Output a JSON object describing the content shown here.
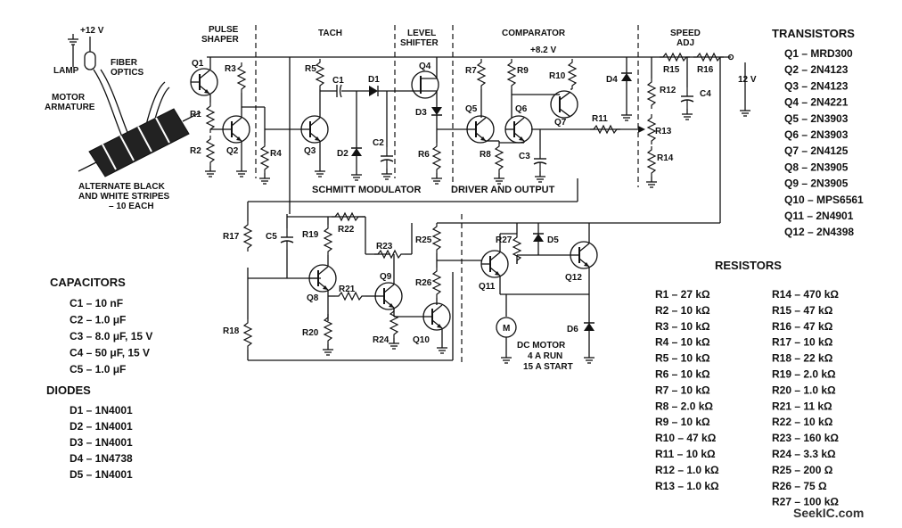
{
  "sections": {
    "pulse_shaper": [
      "PULSE",
      "SHAPER"
    ],
    "tach": "TACH",
    "level_shifter": [
      "LEVEL",
      "SHIFTER"
    ],
    "comparator": "COMPARATOR",
    "speed_adj": [
      "SPEED",
      "ADJ"
    ],
    "schmitt": "SCHMITT MODULATOR",
    "driver": "DRIVER AND OUTPUT"
  },
  "labels": {
    "v12_top": "+12 V",
    "lamp": "LAMP",
    "fiber": [
      "FIBER",
      "OPTICS"
    ],
    "motor_arm": [
      "MOTOR",
      "ARMATURE"
    ],
    "stripes": [
      "ALTERNATE BLACK",
      "AND WHITE STRIPES",
      "– 10 EACH"
    ],
    "v82": "+8.2 V",
    "v12_right": "12 V",
    "motor": [
      "DC MOTOR",
      "4 A RUN",
      "15 A START"
    ],
    "motor_symbol": "M",
    "watermark": "SeekIC.com"
  },
  "parts": {
    "Q1": "Q1",
    "Q2": "Q2",
    "Q3": "Q3",
    "Q4": "Q4",
    "Q5": "Q5",
    "Q6": "Q6",
    "Q7": "Q7",
    "Q8": "Q8",
    "Q9": "Q9",
    "Q10": "Q10",
    "Q11": "Q11",
    "Q12": "Q12",
    "R1": "R1",
    "R2": "R2",
    "R3": "R3",
    "R4": "R4",
    "R5": "R5",
    "R6": "R6",
    "R7": "R7",
    "R8": "R8",
    "R9": "R9",
    "R10": "R10",
    "R11": "R11",
    "R12": "R12",
    "R13": "R13",
    "R14": "R14",
    "R15": "R15",
    "R16": "R16",
    "R17": "R17",
    "R18": "R18",
    "R19": "R19",
    "R20": "R20",
    "R21": "R21",
    "R22": "R22",
    "R23": "R23",
    "R24": "R24",
    "R25": "R25",
    "R26": "R26",
    "R27": "R27",
    "C1": "C1",
    "C2": "C2",
    "C3": "C3",
    "C4": "C4",
    "C5": "C5",
    "D1": "D1",
    "D2": "D2",
    "D3": "D3",
    "D4": "D4",
    "D5": "D5",
    "D6": "D6"
  },
  "transistors": {
    "title": "TRANSISTORS",
    "items": [
      "Q1 – MRD300",
      "Q2 – 2N4123",
      "Q3 – 2N4123",
      "Q4 – 2N4221",
      "Q5 – 2N3903",
      "Q6 – 2N3903",
      "Q7 – 2N4125",
      "Q8 – 2N3905",
      "Q9 – 2N3905",
      "Q10 – MPS6561",
      "Q11 – 2N4901",
      "Q12 – 2N4398"
    ]
  },
  "resistors": {
    "title": "RESISTORS",
    "col1": [
      "R1 – 27 kΩ",
      "R2 – 10 kΩ",
      "R3 – 10 kΩ",
      "R4 – 10 kΩ",
      "R5 – 10 kΩ",
      "R6 – 10 kΩ",
      "R7 – 10 kΩ",
      "R8 – 2.0 kΩ",
      "R9 – 10 kΩ",
      "R10 – 47 kΩ",
      "R11 – 10 kΩ",
      "R12 – 1.0 kΩ",
      "R13 – 1.0 kΩ"
    ],
    "col2": [
      "R14 – 470 kΩ",
      "R15 – 47 kΩ",
      "R16 – 47 kΩ",
      "R17 – 10 kΩ",
      "R18 – 22 kΩ",
      "R19 – 2.0 kΩ",
      "R20 – 1.0 kΩ",
      "R21 – 11 kΩ",
      "R22 – 10 kΩ",
      "R23 – 160 kΩ",
      "R24 – 3.3 kΩ",
      "R25 – 200 Ω",
      "R26 – 75 Ω",
      "R27 – 100 kΩ"
    ]
  },
  "capacitors": {
    "title": "CAPACITORS",
    "items": [
      "C1 – 10 nF",
      "C2 – 1.0 μF",
      "C3 – 8.0 μF, 15 V",
      "C4 – 50 μF, 15 V",
      "C5 – 1.0 μF"
    ]
  },
  "diodes": {
    "title": "DIODES",
    "items": [
      "D1 – 1N4001",
      "D2 – 1N4001",
      "D3 – 1N4001",
      "D4 – 1N4738",
      "D5 – 1N4001"
    ]
  }
}
